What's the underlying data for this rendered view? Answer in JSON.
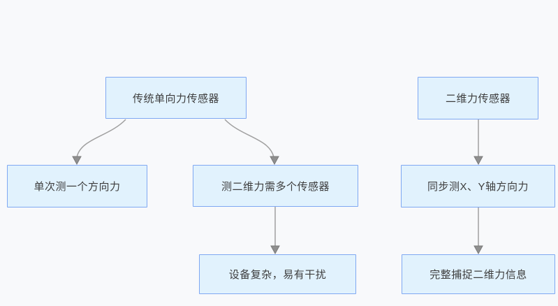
{
  "diagram": {
    "type": "flowchart",
    "nodes": [
      {
        "id": "traditional-sensor",
        "label": "传统单向力传感器"
      },
      {
        "id": "single-direction",
        "label": "单次测一个方向力"
      },
      {
        "id": "multi-sensor-needed",
        "label": "测二维力需多个传感器"
      },
      {
        "id": "complex-interference",
        "label": "设备复杂，易有干扰"
      },
      {
        "id": "2d-sensor",
        "label": "二维力传感器"
      },
      {
        "id": "sync-xy",
        "label": "同步测X、Y轴方向力"
      },
      {
        "id": "full-capture",
        "label": "完整捕捉二维力信息"
      }
    ],
    "edges": [
      {
        "from": "traditional-sensor",
        "to": "single-direction"
      },
      {
        "from": "traditional-sensor",
        "to": "multi-sensor-needed"
      },
      {
        "from": "multi-sensor-needed",
        "to": "complex-interference"
      },
      {
        "from": "2d-sensor",
        "to": "sync-xy"
      },
      {
        "from": "sync-xy",
        "to": "full-capture"
      }
    ],
    "colors": {
      "background": "#f8f9fb",
      "node_fill": "#e1f2fd",
      "node_border": "#7fa8f2",
      "node_text": "#3d3d3d",
      "connector": "#a0a0a0",
      "arrowhead": "#8f8f8f"
    }
  }
}
